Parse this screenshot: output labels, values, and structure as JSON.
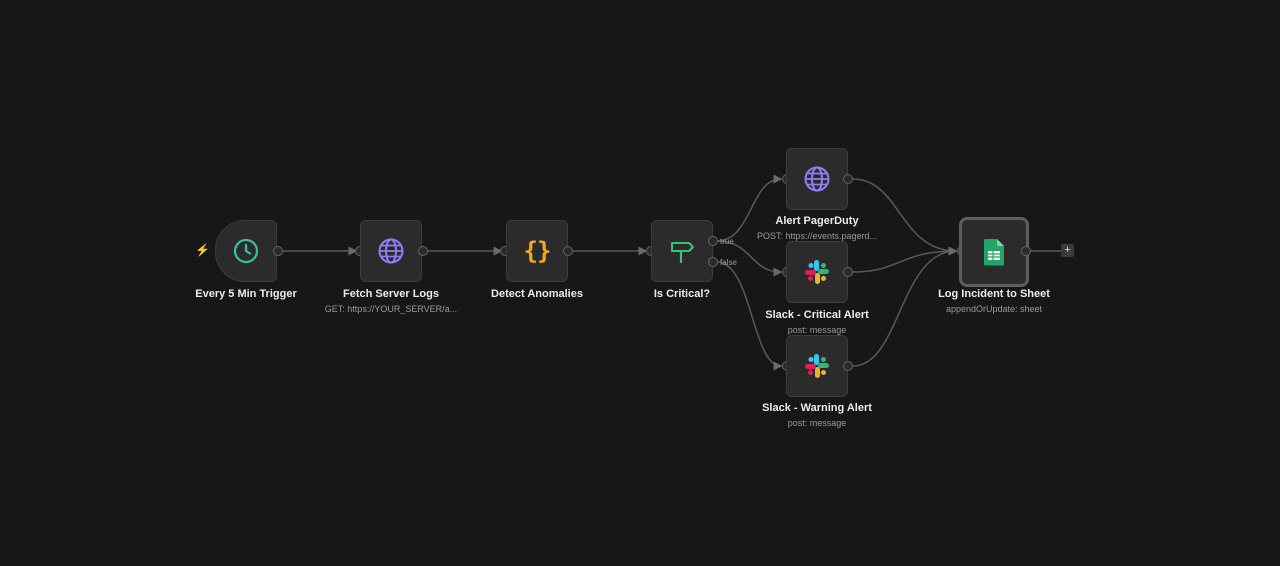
{
  "nodes": {
    "trigger": {
      "label": "Every 5 Min Trigger",
      "icon": "clock-icon"
    },
    "fetch": {
      "label": "Fetch Server Logs",
      "sub": "GET: https://YOUR_SERVER/a...",
      "icon": "globe-icon"
    },
    "detect": {
      "label": "Detect Anomalies",
      "icon": "code-braces-icon"
    },
    "if": {
      "label": "Is Critical?",
      "icon": "signpost-icon",
      "true_label": "true",
      "false_label": "false"
    },
    "pagerduty": {
      "label": "Alert PagerDuty",
      "sub": "POST: https://events.pagerd...",
      "icon": "globe-icon"
    },
    "slack_critical": {
      "label": "Slack - Critical Alert",
      "sub": "post: message",
      "icon": "slack-icon"
    },
    "slack_warning": {
      "label": "Slack - Warning Alert",
      "sub": "post: message",
      "icon": "slack-icon"
    },
    "sheet": {
      "label": "Log Incident to Sheet",
      "sub": "appendOrUpdate: sheet",
      "icon": "google-sheets-icon"
    }
  },
  "add_node_symbol": "+",
  "trigger_symbol": "⚡",
  "colors": {
    "background": "#171717",
    "node_fill": "#2b2b2b",
    "connection": "#5a5a5a",
    "globe": "#8f7ff5",
    "clock": "#34c2a1",
    "braces": "#f5a623",
    "signpost": "#35c47a",
    "sheets": "#23a566",
    "trigger_bolt": "#e8584a"
  }
}
